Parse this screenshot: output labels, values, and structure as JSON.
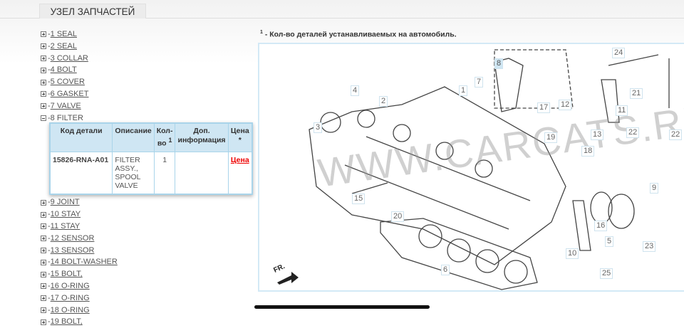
{
  "tab": {
    "label": "УЗЕЛ ЗАПЧАСТЕЙ"
  },
  "note": {
    "sup": "1",
    "text": " - Кол-во деталей устанавливаемых на автомобиль."
  },
  "tree_before": [
    {
      "label": "1 SEAL"
    },
    {
      "label": "2 SEAL"
    },
    {
      "label": "3 COLLAR"
    },
    {
      "label": "4 BOLT"
    },
    {
      "label": "5 COVER"
    },
    {
      "label": "6 GASKET"
    },
    {
      "label": "7 VALVE"
    }
  ],
  "expanded": {
    "label": "8 FILTER"
  },
  "table": {
    "headers": {
      "code": "Код детали",
      "desc": "Описание",
      "qty": "Кол-во",
      "qty_sup": "1",
      "info": "Доп. информация",
      "price": "Цена",
      "price_sup": "*"
    },
    "row": {
      "code": "15826-RNA-A01",
      "desc": "FILTER ASSY., SPOOL VALVE",
      "qty": "1",
      "info": "",
      "price": "Цена"
    }
  },
  "tree_after": [
    {
      "label": "9 JOINT"
    },
    {
      "label": "10 STAY"
    },
    {
      "label": "11 STAY"
    },
    {
      "label": "12 SENSOR"
    },
    {
      "label": "13 SENSOR"
    },
    {
      "label": "14 BOLT-WASHER"
    },
    {
      "label": "15 BOLT,"
    },
    {
      "label": "16 O-RING"
    },
    {
      "label": "17 O-RING"
    },
    {
      "label": "18 O-RING"
    },
    {
      "label": "19 BOLT,"
    }
  ],
  "diagram": {
    "watermark": "WWW.CARCATS.RU",
    "front_label": "FR.",
    "highlight": "8",
    "callouts": [
      "24",
      "8",
      "7",
      "1",
      "4",
      "2",
      "21",
      "17",
      "12",
      "11",
      "3",
      "19",
      "13",
      "22",
      "22",
      "18",
      "9",
      "15",
      "20",
      "16",
      "5",
      "23",
      "10",
      "25",
      "6"
    ]
  },
  "colors": {
    "price": "#ee0000",
    "table_header": "#cfe6f3",
    "table_border": "#a9d4ea"
  }
}
